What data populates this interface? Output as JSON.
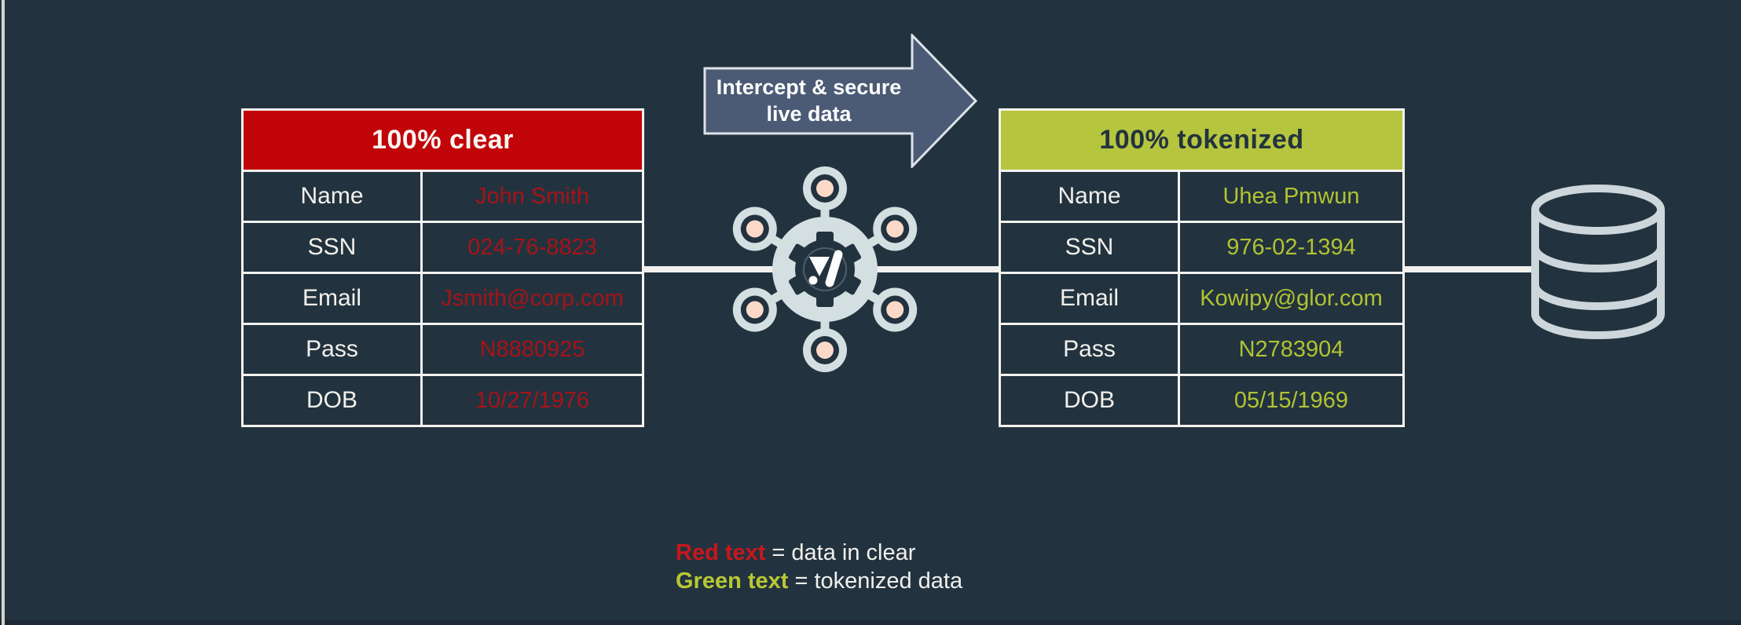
{
  "page": {
    "background_color": "#22333f",
    "line_color": "#f2f0ed"
  },
  "left_table": {
    "title": "100% clear",
    "header_color": "#c20508",
    "value_color": "#a61317",
    "rows": [
      {
        "label": "Name",
        "value": "John Smith"
      },
      {
        "label": "SSN",
        "value": "024-76-8823"
      },
      {
        "label": "Email",
        "value": "Jsmith@corp.com"
      },
      {
        "label": "Pass",
        "value": "N8880925"
      },
      {
        "label": "DOB",
        "value": "10/27/1976"
      }
    ]
  },
  "right_table": {
    "title": "100% tokenized",
    "header_color": "#b6c53e",
    "value_color": "#b2c232",
    "rows": [
      {
        "label": "Name",
        "value": "Uhea Pmwun"
      },
      {
        "label": "SSN",
        "value": "976-02-1394"
      },
      {
        "label": "Email",
        "value": "Kowipy@glor.com"
      },
      {
        "label": "Pass",
        "value": "N2783904"
      },
      {
        "label": "DOB",
        "value": "05/15/1969"
      }
    ]
  },
  "arrow": {
    "line1": "Intercept & secure",
    "line2": "live data",
    "fill_color": "#4b5b75"
  },
  "icons": {
    "hub": "tokenization-hub-icon",
    "database": "database-icon",
    "hub_color": "#d3dfe1",
    "hub_node_color": "#fbd9c9",
    "database_color": "#ccd6db"
  },
  "legend": {
    "red_label": "Red text",
    "red_desc": "= data in clear",
    "green_label": "Green text",
    "green_desc": "= tokenized data"
  }
}
